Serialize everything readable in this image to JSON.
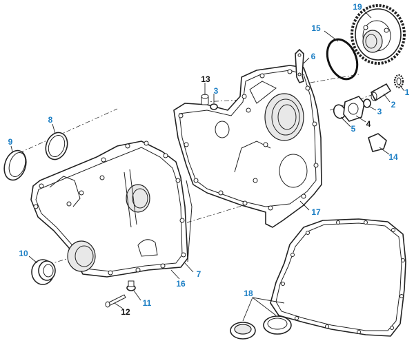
{
  "diagram": {
    "callouts": [
      {
        "id": "1",
        "color": "blue"
      },
      {
        "id": "2",
        "color": "blue"
      },
      {
        "id": "3",
        "color": "blue"
      },
      {
        "id": "3b",
        "text": "3",
        "color": "blue"
      },
      {
        "id": "4",
        "color": "black"
      },
      {
        "id": "5",
        "color": "blue"
      },
      {
        "id": "6",
        "color": "blue"
      },
      {
        "id": "7",
        "color": "blue"
      },
      {
        "id": "8",
        "color": "blue"
      },
      {
        "id": "9",
        "color": "blue"
      },
      {
        "id": "10",
        "color": "blue"
      },
      {
        "id": "11",
        "color": "blue"
      },
      {
        "id": "12",
        "color": "black"
      },
      {
        "id": "13",
        "color": "black"
      },
      {
        "id": "14",
        "color": "blue"
      },
      {
        "id": "15",
        "color": "blue"
      },
      {
        "id": "16",
        "color": "blue"
      },
      {
        "id": "17",
        "color": "blue"
      },
      {
        "id": "18",
        "color": "blue"
      },
      {
        "id": "19",
        "color": "blue"
      }
    ],
    "colors": {
      "blue": "#1b7ec4",
      "black": "#111111",
      "line": "#222222"
    }
  }
}
